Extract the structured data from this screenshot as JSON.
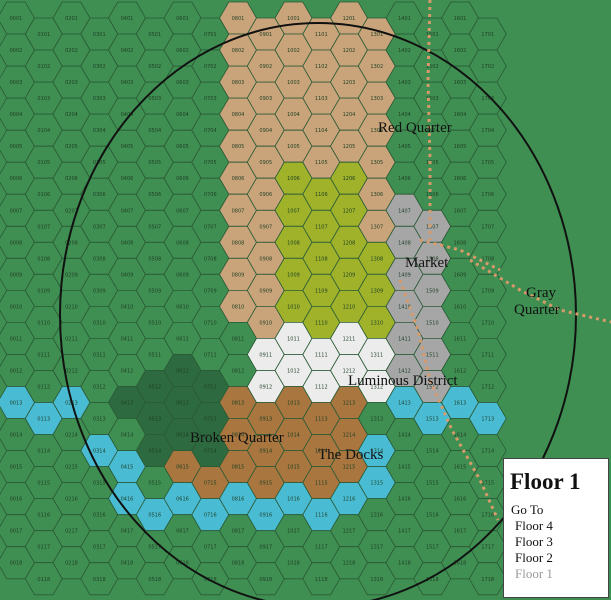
{
  "map": {
    "colors": {
      "grass": "#3f8f52",
      "water": "#49bcd4",
      "red_quarter": "#c9a47a",
      "market": "#9fb22a",
      "gray_quarter": "#a6a6a6",
      "luminous": "#ececec",
      "docks": "#a9763f",
      "broken": "#2e6a3f",
      "grid_line": "#2a5a36"
    },
    "districts": [
      {
        "id": "red-quarter",
        "label": "Red Quarter"
      },
      {
        "id": "market",
        "label": "Market"
      },
      {
        "id": "gray-quarter",
        "label": "Gray Quarter"
      },
      {
        "id": "luminous-district",
        "label": "Luminous District"
      },
      {
        "id": "broken-quarter",
        "label": "Broken Quarter"
      },
      {
        "id": "the-docks",
        "label": "The Docks"
      }
    ]
  },
  "floor_panel": {
    "title": "Floor 1",
    "goto_label": "Go To",
    "floors": [
      {
        "label": "Floor 4",
        "current": false
      },
      {
        "label": "Floor 3",
        "current": false
      },
      {
        "label": "Floor 2",
        "current": false
      },
      {
        "label": "Floor 1",
        "current": true
      }
    ]
  }
}
